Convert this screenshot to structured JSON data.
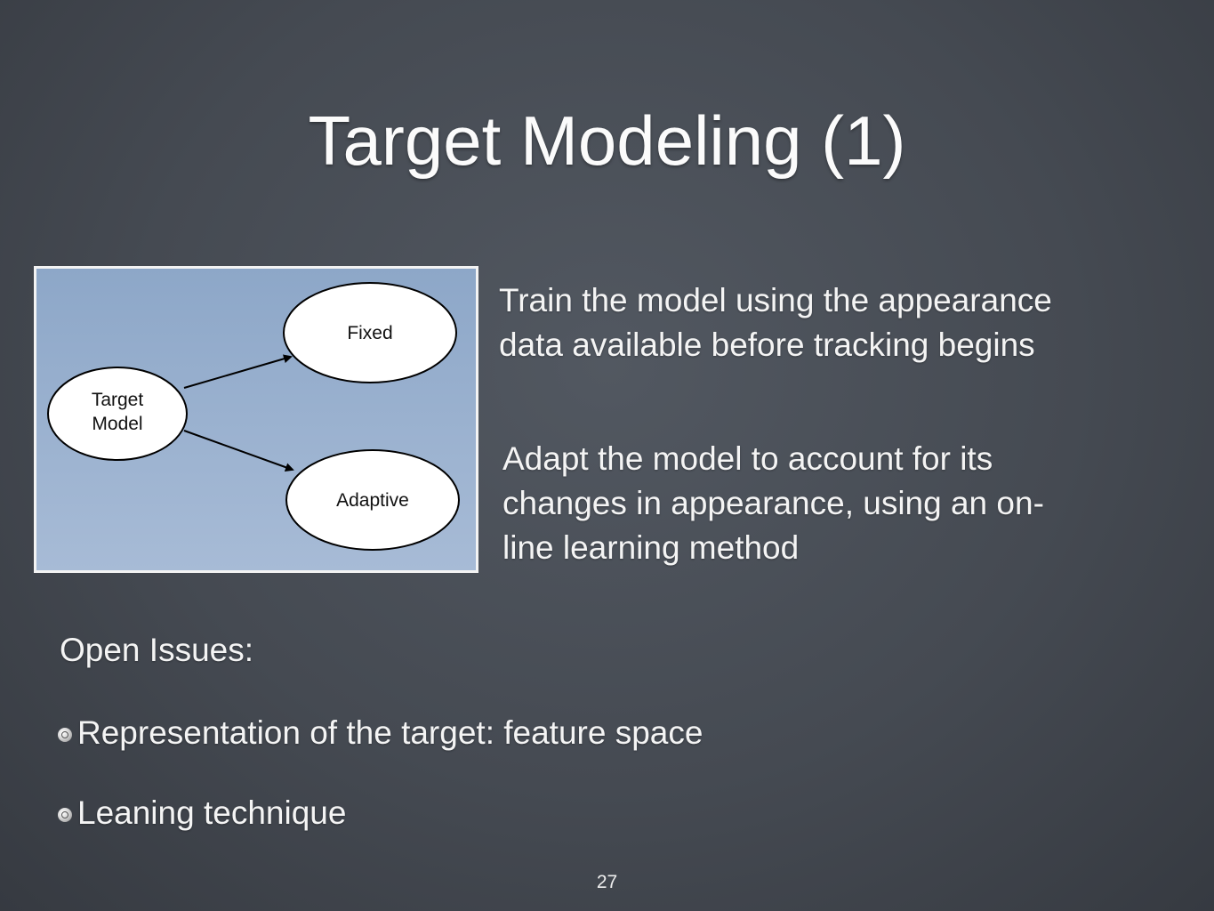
{
  "slide": {
    "title": "Target Modeling (1)",
    "page_number": "27"
  },
  "diagram": {
    "nodes": {
      "target_line1": "Target",
      "target_line2": "Model",
      "fixed": "Fixed",
      "adaptive": "Adaptive"
    },
    "colors": {
      "background_top": "#8da7c8",
      "background_bottom": "#a7bbd6",
      "node_fill": "#ffffff",
      "node_stroke": "#000000"
    }
  },
  "descriptions": {
    "train_line1": "Train the model using the appearance",
    "train_line2": "data available before tracking begins",
    "adapt_line1": "Adapt the model to account for its",
    "adapt_line2": "changes in appearance, using an on-",
    "adapt_line3": "line learning method"
  },
  "open_issues": {
    "heading": "Open Issues:",
    "items": [
      "Representation of the target: feature space",
      "Leaning technique"
    ],
    "bullet_icon": "swirl-bullet-icon"
  }
}
